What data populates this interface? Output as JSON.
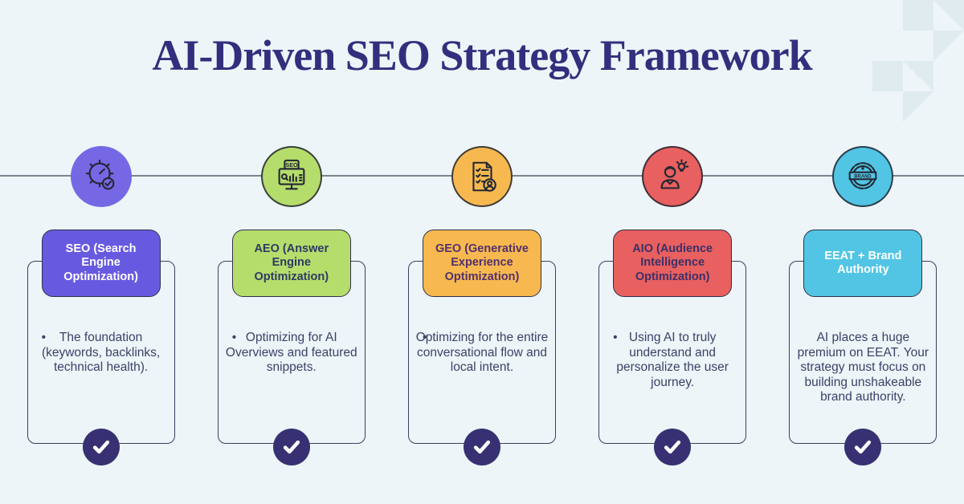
{
  "page": {
    "background": "#edf5f8",
    "title": "AI-Driven SEO Strategy Framework",
    "title_color": "#332e7d",
    "timeline_color": "#7b8590",
    "card_border_color": "#3f3d63",
    "check_circle_color": "#373173",
    "body_text_color": "#3c4168"
  },
  "columns": [
    {
      "icon": "gear-gauge-check-icon",
      "circle_color": "#7668e4",
      "label": "SEO (Search Engine Optimization)",
      "label_bg": "#685ae0",
      "label_color": "#ffffff",
      "bullet": "•",
      "body": "The foundation (keywords, backlinks, technical health)."
    },
    {
      "icon": "seo-monitor-icon",
      "circle_color": "#b5dd6c",
      "label": "AEO (Answer Engine Optimization)",
      "label_bg": "#b5dd6c",
      "label_color": "#2e3a64",
      "bullet": "•",
      "body": "Optimizing for AI Overviews and featured snippets."
    },
    {
      "icon": "checklist-user-icon",
      "circle_color": "#f7b94f",
      "label": "GEO (Generative Experience Optimization)",
      "label_bg": "#f7b94f",
      "label_color": "#53306b",
      "bullet": "•",
      "body": "Optimizing for the entire conversational flow and local intent."
    },
    {
      "icon": "user-idea-icon",
      "circle_color": "#e8605f",
      "label": "AIO (Audience Intelligence Optimization)",
      "label_bg": "#e8605f",
      "label_color": "#3c3069",
      "bullet": "•",
      "body": "Using AI to truly understand and personalize the user journey."
    },
    {
      "icon": "brand-badge-icon",
      "circle_color": "#52c5e4",
      "label": "EEAT + Brand Authority",
      "label_bg": "#52c5e4",
      "label_color": "#ffffff",
      "bullet": "",
      "body": "AI places a huge premium on EEAT. Your strategy must focus on building unshakeable brand authority."
    }
  ]
}
